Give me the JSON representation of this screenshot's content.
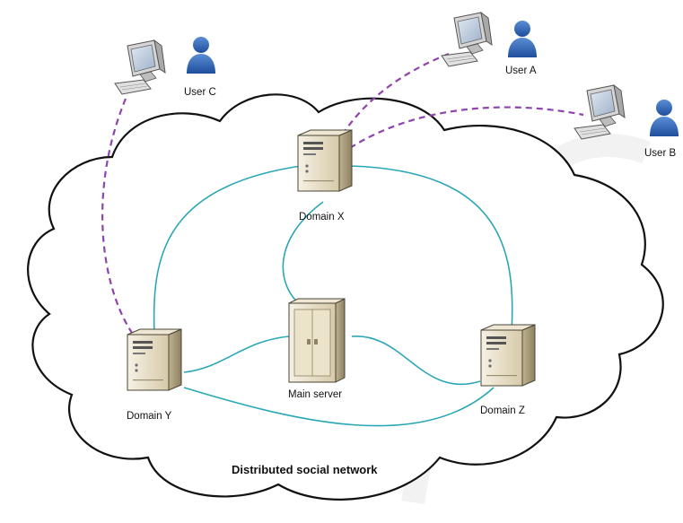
{
  "title": "Distributed social network",
  "domains": {
    "x": "Domain X",
    "y": "Domain Y",
    "z": "Domain Z"
  },
  "main_server": "Main server",
  "users": {
    "a": "User A",
    "b": "User B",
    "c": "User C"
  },
  "colors": {
    "server_link": "#2aa7b5",
    "user_link": "#8e44ad",
    "cloud_outline": "#111111",
    "server_body": "#e8dfc9"
  }
}
